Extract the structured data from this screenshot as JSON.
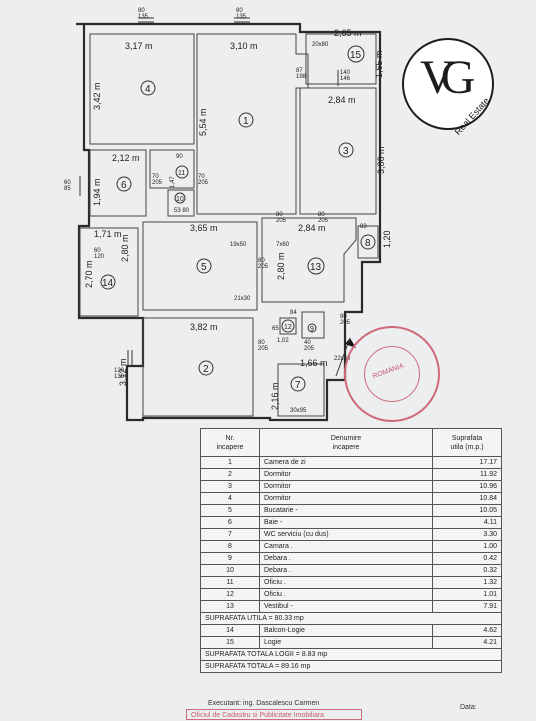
{
  "plan": {
    "rooms": [
      {
        "id": "1",
        "label": "1"
      },
      {
        "id": "2",
        "label": "2"
      },
      {
        "id": "3",
        "label": "3"
      },
      {
        "id": "4",
        "label": "4"
      },
      {
        "id": "5",
        "label": "5"
      },
      {
        "id": "6",
        "label": "6"
      },
      {
        "id": "7",
        "label": "7"
      },
      {
        "id": "8",
        "label": "8"
      },
      {
        "id": "9",
        "label": "9"
      },
      {
        "id": "10",
        "label": "10"
      },
      {
        "id": "11",
        "label": "11"
      },
      {
        "id": "12",
        "label": "12"
      },
      {
        "id": "13",
        "label": "13"
      },
      {
        "id": "14",
        "label": "14"
      },
      {
        "id": "15",
        "label": "15"
      }
    ],
    "dimensions": {
      "d317": "3,17 m",
      "d310": "3,10 m",
      "d265": "2,65 m",
      "d342": "3,42 m",
      "d554": "5,54 m",
      "d284a": "2,84 m",
      "d386": "3,86 m",
      "d165": "1,65 m",
      "d212": "2,12 m",
      "d194": "1,94 m",
      "d147": "1,47",
      "d365": "3,65 m",
      "d284b": "2,84 m",
      "d171": "1,71 m",
      "d280a": "2,80 m",
      "d270": "2,70 m",
      "d280b": "2,80 m",
      "d120": "1,20",
      "d382": "3,82 m",
      "d312": "3,12 m",
      "d102": "1,02",
      "d166": "1,66 m",
      "d216": "2,16 m"
    },
    "openings": {
      "o1": "80\n135",
      "o2": "80\n135",
      "o3": "20x80",
      "o4": "87\n198",
      "o5": "140\n146",
      "o6": "90",
      "o7": "60\n85",
      "o8": "70\n205",
      "o9": "70\n205",
      "o10": "53 80",
      "o11": "80\n205",
      "o12": "80\n205",
      "o13": "83",
      "o14": "60\n120",
      "o15": "19x50",
      "o16": "7x60",
      "o17": "80\n205",
      "o18": "21x30",
      "o19": "84",
      "o20": "65",
      "o21": "80\n205",
      "o22": "22x30",
      "o23": "120\n138",
      "o24": "30x95",
      "o25": "40\n205",
      "o26": "80\n205"
    }
  },
  "logo": {
    "monogram": "VG",
    "subtitle": "Real Estate"
  },
  "stamp": {
    "text": "ROMANIA"
  },
  "table": {
    "col_nr": "Nr.\nincapere",
    "col_name": "Denumire\nincapere",
    "col_area": "Suprafata\nutila (m.p.)",
    "rows": [
      {
        "nr": "1",
        "name": "Camera de zi",
        "area": "17.17"
      },
      {
        "nr": "2",
        "name": "Dormitor",
        "area": "11.92"
      },
      {
        "nr": "3",
        "name": "Dormitor",
        "area": "10.96"
      },
      {
        "nr": "4",
        "name": "Dormitor",
        "area": "10.84"
      },
      {
        "nr": "5",
        "name": "Bucatarie  -",
        "area": "10.05"
      },
      {
        "nr": "6",
        "name": "Baie  -",
        "area": "4.11"
      },
      {
        "nr": "7",
        "name": "WC serviciu (cu dus)",
        "area": "3.30"
      },
      {
        "nr": "8",
        "name": "Camara  .",
        "area": "1.00"
      },
      {
        "nr": "9",
        "name": "Debara  .",
        "area": "0.42"
      },
      {
        "nr": "10",
        "name": "Debara  .",
        "area": "0.32"
      },
      {
        "nr": "11",
        "name": "Oficiu  .",
        "area": "1.32"
      },
      {
        "nr": "12",
        "name": "Oficiu  .",
        "area": "1.01"
      },
      {
        "nr": "13",
        "name": "Vestibul  -",
        "area": "7.91"
      }
    ],
    "total_utila": "SUPRAFATA UTILA = 80.33 mp",
    "rows2": [
      {
        "nr": "14",
        "name": "Balcon-Logie",
        "area": "4.62"
      },
      {
        "nr": "15",
        "name": "Logie",
        "area": "4.21"
      }
    ],
    "total_logii": "SUPRAFATA TOTALA LOGII = 8.83 mp",
    "total": "SUPRAFATA TOTALA = 89.16 mp"
  },
  "footer": {
    "executant": "Executant: ing. Dascalescu Carmen",
    "stamp_line": "Oficiul de Cadastru si Publicitate Imobiliara",
    "data_label": "Data:"
  }
}
